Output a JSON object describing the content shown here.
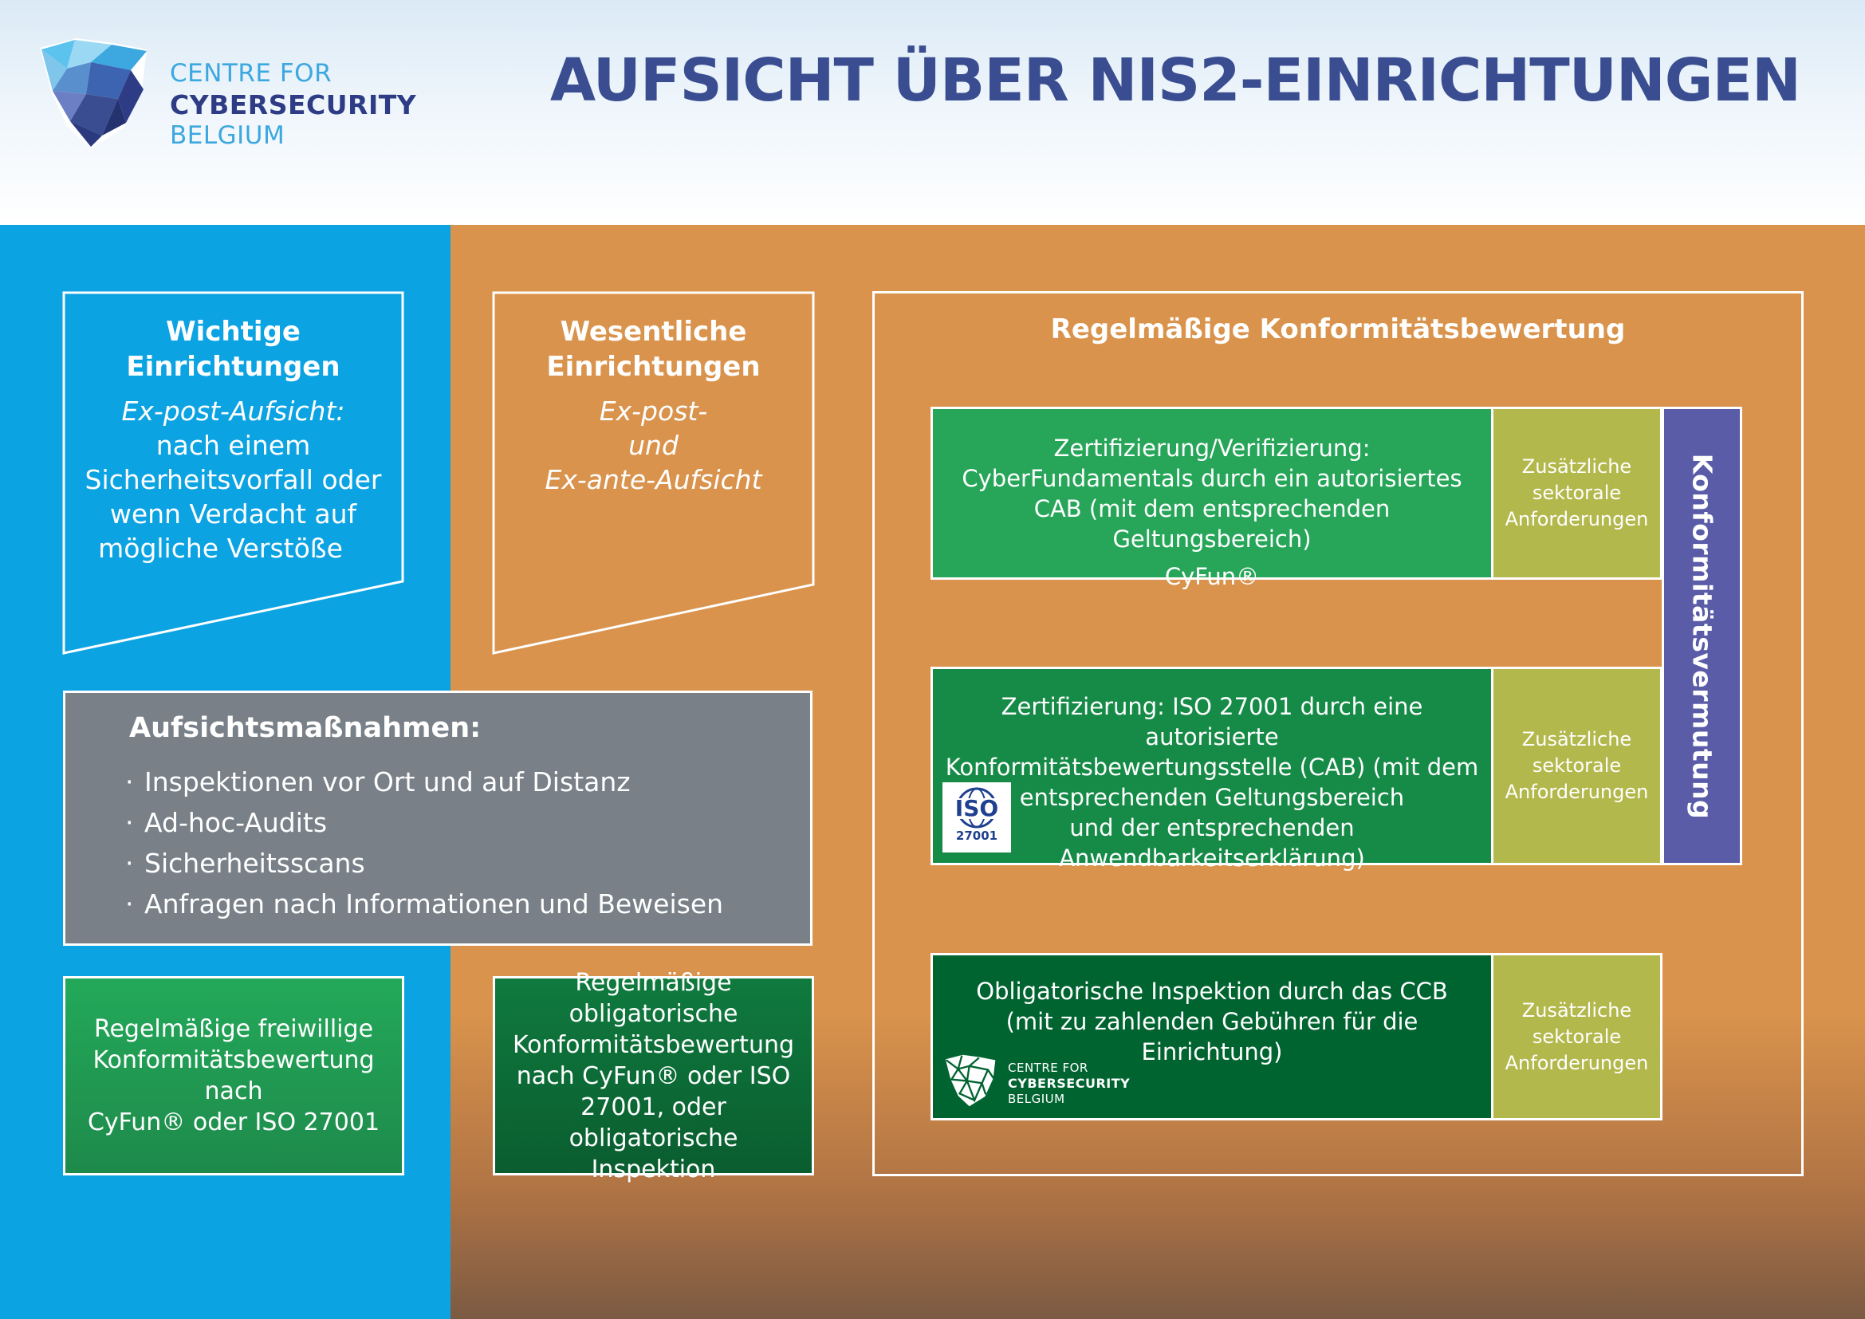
{
  "logo": {
    "line1": "CENTRE FOR",
    "line2": "CYBERSECURITY",
    "line3": "BELGIUM"
  },
  "title": "AUFSICHT ÜBER NIS2-EINRICHTUNGEN",
  "colors": {
    "blue_band": "#0ca3e3",
    "orange_band": "#d9934c",
    "title": "#3a4d91",
    "measures_grey": "#798088",
    "green_light": "#27a65a",
    "green_mid": "#168b47",
    "green_dark": "#006431",
    "olive": "#b3b84c",
    "purple": "#5b5ca8"
  },
  "important": {
    "title_line1": "Wichtige",
    "title_line2": "Einrichtungen",
    "label": "Ex-post-Aufsicht:",
    "lines": [
      "nach einem",
      "Sicherheitsvorfall oder",
      "wenn Verdacht auf",
      "mögliche Verstöße"
    ]
  },
  "essential": {
    "title_line1": "Wesentliche",
    "title_line2": "Einrichtungen",
    "lines": [
      "Ex-post-",
      "und",
      "Ex-ante-Aufsicht"
    ]
  },
  "measures": {
    "title": "Aufsichtsmaßnahmen:",
    "bullet": "·",
    "items": [
      "Inspektionen vor Ort und auf Distanz",
      "Ad-hoc-Audits",
      "Sicherheitsscans",
      "Anfragen nach Informationen und Beweisen"
    ]
  },
  "voluntary": {
    "lines": [
      "Regelmäßige freiwillige",
      "Konformitätsbewertung nach",
      "CyFun® oder ISO 27001"
    ]
  },
  "mandatory": {
    "lines": [
      "Regelmäßige obligatorische",
      "Konformitätsbewertung",
      "nach CyFun® oder ISO",
      "27001, oder obligatorische",
      "Inspektion"
    ]
  },
  "assessment": {
    "title": "Regelmäßige Konformitätsbewertung",
    "option1": {
      "lines": [
        "Zertifizierung/Verifizierung:",
        "CyberFundamentals durch ein autorisiertes",
        "CAB (mit dem entsprechenden Geltungsbereich)"
      ],
      "brand": "CyFun®"
    },
    "option2": {
      "lines": [
        "Zertifizierung: ISO 27001 durch eine autorisierte",
        "Konformitätsbewertungsstelle (CAB) (mit dem",
        "entsprechenden Geltungsbereich",
        "und der entsprechenden",
        "Anwendbarkeitserklärung)"
      ],
      "iso_label": "ISO",
      "iso_code": "27001"
    },
    "option3": {
      "lines": [
        "Obligatorische Inspektion durch das CCB",
        "(mit zu zahlenden Gebühren für die Einrichtung)"
      ],
      "logo_line1": "CENTRE FOR",
      "logo_line2": "CYBERSECURITY",
      "logo_line3": "BELGIUM"
    },
    "sectoral": [
      "Zusätzliche",
      "sektorale",
      "Anforderungen"
    ],
    "presumption": "Konformitätsvermutung"
  }
}
